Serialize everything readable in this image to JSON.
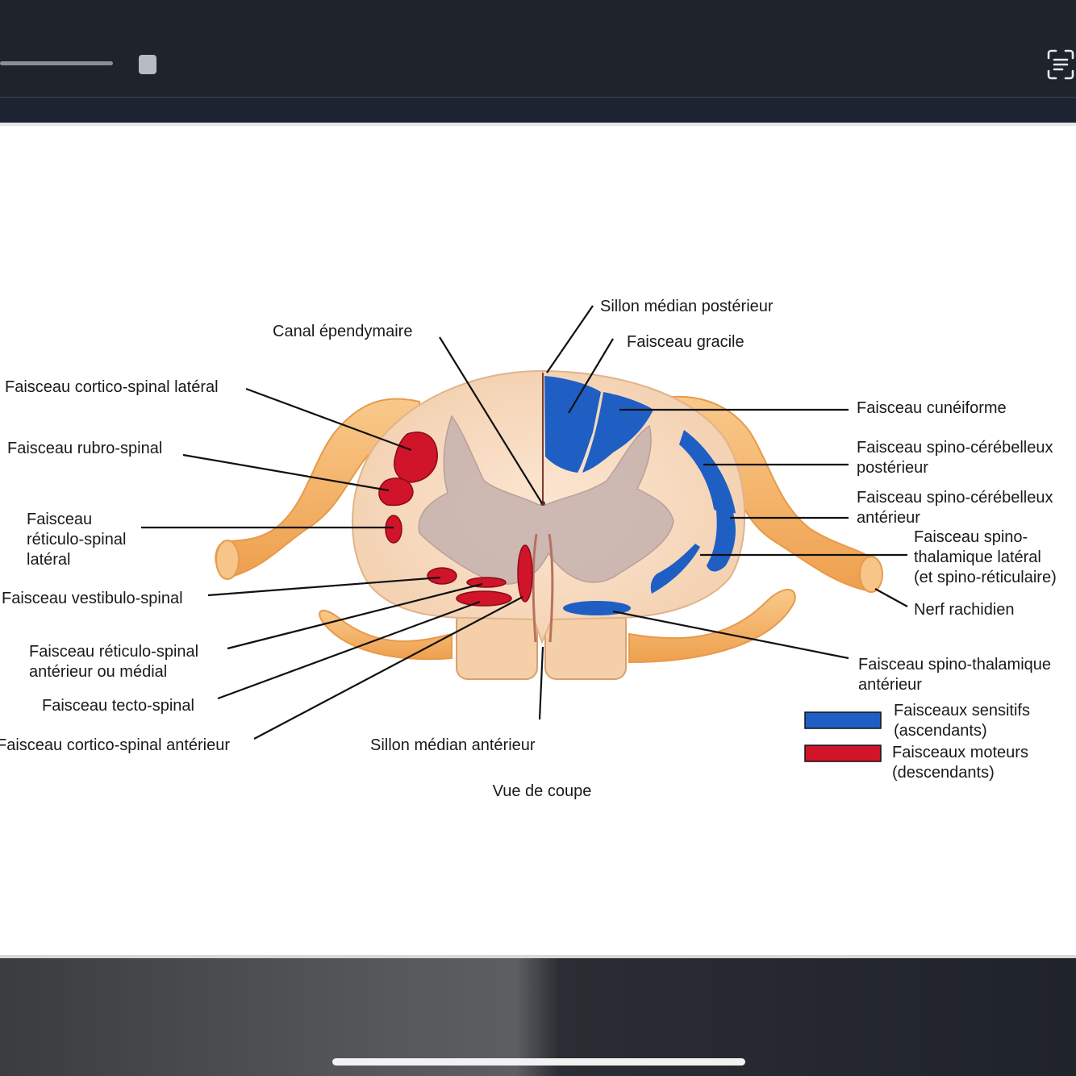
{
  "colors": {
    "sensory_tract": "#1f5fc4",
    "motor_tract": "#d0142a",
    "white_matter": "#f8dcc0",
    "grey_matter": "#c9b4b0",
    "nerve": "#f3b46a"
  },
  "icons": {
    "scan": "text-scan-icon"
  },
  "labels": {
    "sillon_median_posterieur": "Sillon médian postérieur",
    "canal_ependymaire": "Canal épendymaire",
    "faisceau_gracile": "Faisceau gracile",
    "cortico_spinal_lateral": "Faisceau cortico-spinal latéral",
    "cuneiforme": "Faisceau cunéiforme",
    "rubro_spinal": "Faisceau rubro-spinal",
    "spino_cerebelleux_posterieur": [
      "Faisceau spino-cérébelleux",
      "postérieur"
    ],
    "spino_cerebelleux_anterieur": [
      "Faisceau spino-cérébelleux",
      "antérieur"
    ],
    "reticulo_spinal_lateral": [
      "Faisceau",
      "réticulo-spinal",
      "latéral"
    ],
    "spino_thalamique_lateral": [
      "Faisceau spino-",
      "thalamique latéral",
      "(et spino-réticulaire)"
    ],
    "vestibulo_spinal": "Faisceau vestibulo-spinal",
    "nerf_rachidien": "Nerf rachidien",
    "reticulo_spinal_anterieur": [
      "Faisceau réticulo-spinal",
      "antérieur ou médial"
    ],
    "spino_thalamique_anterieur": [
      "Faisceau spino-thalamique",
      "antérieur"
    ],
    "tecto_spinal": "Faisceau tecto-spinal",
    "cortico_spinal_anterieur": "Faisceau cortico-spinal antérieur",
    "sillon_median_anterieur": "Sillon médian antérieur"
  },
  "legend": {
    "sensory": [
      "Faisceaux sensitifs",
      "(ascendants)"
    ],
    "motor": [
      "Faisceaux moteurs",
      "(descendants)"
    ]
  },
  "caption": "Vue de coupe"
}
